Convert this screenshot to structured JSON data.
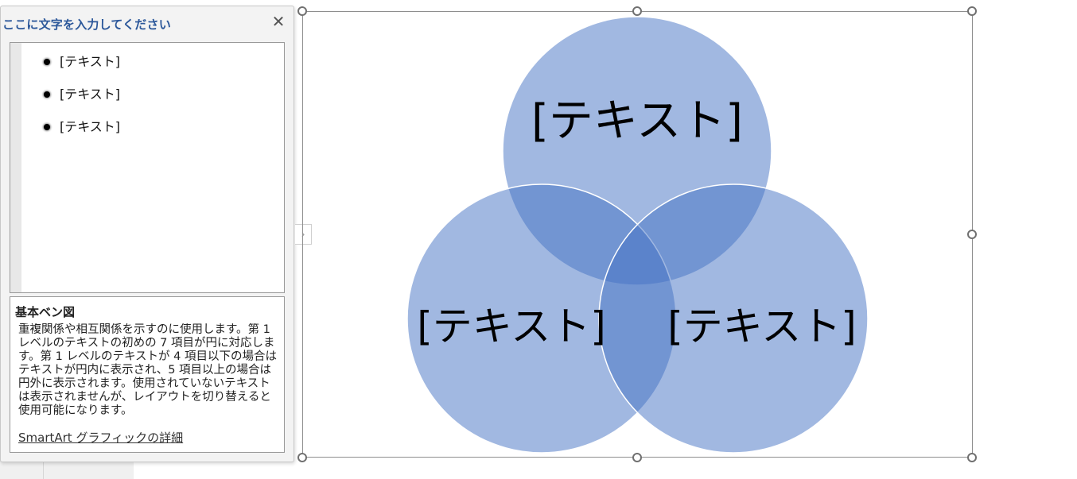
{
  "text_pane": {
    "title": "ここに文字を入力してください",
    "close_symbol": "✕",
    "bullets": [
      "[テキスト]",
      "[テキスト]",
      "[テキスト]"
    ],
    "layout_name": "基本ベン図",
    "layout_description": "重複関係や相互関係を示すのに使用します。第 1 レベルのテキストの初めの 7 項目が円に対応します。第 1 レベルのテキストが 4 項目以下の場合はテキストが円内に表示され、5 項目以上の場合は円外に表示されます。使用されていないテキストは表示されませんが、レイアウトを切り替えると使用可能になります。",
    "more_info_link": "SmartArt グラフィックの詳細",
    "expand_symbol": "›"
  },
  "diagram": {
    "circle_labels": [
      "[テキスト]",
      "[テキスト]",
      "[テキスト]"
    ],
    "colors": {
      "circle_fill": "#4472c4",
      "circle_stroke": "#ffffff",
      "frame_border": "#8e8e8e",
      "handle_border": "#707070"
    }
  },
  "icons": {
    "close": "close-icon",
    "expand": "chevron-right-icon",
    "bullet": "bullet-dot-icon"
  }
}
